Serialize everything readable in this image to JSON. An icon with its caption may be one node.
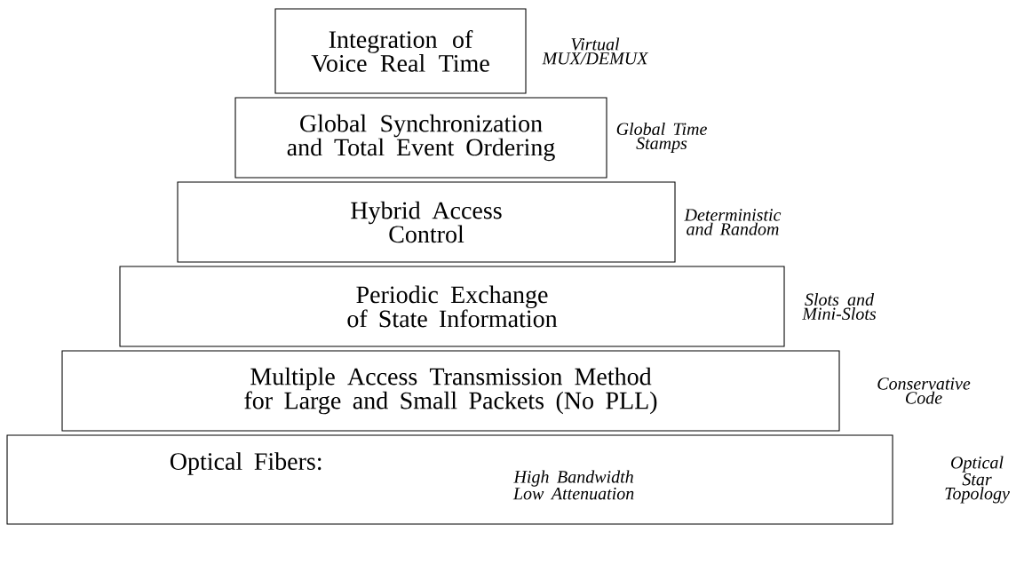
{
  "diagram": {
    "nodes": [
      {
        "text": [
          "Integration of Voice Real Time"
        ],
        "beside": [
          "Virtual MUX/DEMUX"
        ]
      },
      {
        "text": [
          "Global Synchronization and Total Event Ordering"
        ],
        "beside": [
          "Global Time Stamps"
        ]
      },
      {
        "text": [
          "Hybrid Access Control"
        ],
        "beside": [
          "Deterministic and Random"
        ]
      },
      {
        "text": [
          "Periodic Exchange of State Information"
        ],
        "beside": [
          "Slots and Mini-Slots"
        ]
      },
      {
        "text": [
          "Multiple Access Transmission Method for Large and Small Packets (No PLL)"
        ],
        "beside": [
          "Conservative Code"
        ]
      },
      {
        "text": [
          "Optical Fibers:",
          "High Bandwidth Low Attenuation"
        ],
        "beside": [
          "Optical Star Topology"
        ]
      }
    ]
  }
}
